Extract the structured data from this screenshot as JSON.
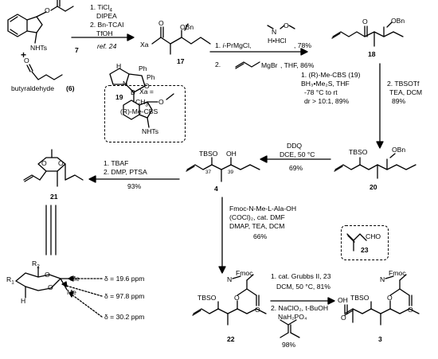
{
  "compounds": {
    "c7": "7",
    "c6_name": "butyraldehyde",
    "c6_num": "(6)",
    "c17": "17",
    "c18": "18",
    "c19": "19",
    "c20": "20",
    "c4": "4",
    "c21": "21",
    "c22": "22",
    "c23": "23",
    "c3": "3"
  },
  "step1": {
    "line1": "1. TiCl",
    "line1_sub": "4",
    "line2": "DIPEA",
    "line3": "2. Bn-TCAI",
    "line4": "TfOH",
    "ref": "ref. 24"
  },
  "step2": {
    "line1_prefix": "1. ",
    "line1_reagent": "i",
    "line1_rest": "-PrMgCl,",
    "line1_yield": ", 78%",
    "hcl": "H",
    "hcl2": "•HCl",
    "line2_prefix": "2.",
    "line2_reagent": "MgBr",
    "line2_rest": ", THF, 86%"
  },
  "cbs": {
    "label": "(R)-Me-CBS",
    "ph1": "Ph",
    "ph2": "Ph",
    "h": "H",
    "n": "N",
    "o": "O",
    "b": "B",
    "ch3": "CH",
    "ch3_sub": "3"
  },
  "xa_box": {
    "label": "Xa =",
    "nhts": "NHTs",
    "o": "O"
  },
  "step3": {
    "line1": "1. (R)-Me-CBS (19)",
    "line2": "BH₃•Me₂S, THF",
    "line3": "-78 °C to rt",
    "line4": "dr > 10:1, 89%",
    "b_line1": "2. TBSOTf",
    "b_line2": "TEA, DCM",
    "b_line3": "89%"
  },
  "step4": {
    "line1": "DDQ",
    "line2": "DCE, 50 °C",
    "yield": "69%"
  },
  "step5": {
    "line1": "1. TBAF",
    "line2": "2. DMP, PTSA",
    "yield": "93%"
  },
  "step6": {
    "line1": "Fmoc-N-Me-L-Ala-OH",
    "line2": "(COCl)₂, cat. DMF",
    "line3": "DMAP, TEA, DCM",
    "yield": "66%"
  },
  "step7": {
    "line1": "1. cat. Grubbs II, 23",
    "line2": "DCM, 50 °C, 81%",
    "line3": "2. NaClO₂, t-BuOH",
    "line4": "NaH₂PO₄",
    "yield": "98%"
  },
  "nmr": {
    "d1": "δ = 19.6 ppm",
    "d2": "δ = 97.8 ppm",
    "d3": "δ = 30.2 ppm",
    "r1": "R",
    "r1_sub": "1",
    "r2": "R",
    "r2_sub": "2",
    "me1": "Me",
    "me2": "Me",
    "o1": "O",
    "o2": "O",
    "h1": "H",
    "h2": "H"
  },
  "labels": {
    "obn": "OBn",
    "otbs": "TBSO",
    "oh": "OH",
    "cho": "CHO",
    "fmoc": "Fmoc",
    "n": "N",
    "o": "O",
    "xa": "Xa",
    "pos37": "37",
    "pos39": "39",
    "methyl_amine_n": "N",
    "methyl_amine_o": "O"
  }
}
